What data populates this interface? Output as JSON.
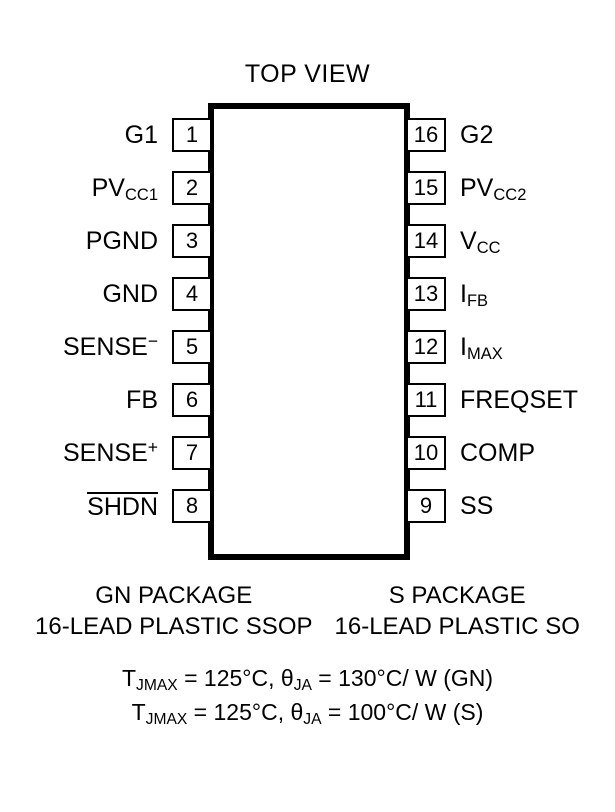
{
  "title": "TOP VIEW",
  "package": {
    "pin_count": 16,
    "left_pins": [
      {
        "number": "1",
        "label": "G1",
        "label_html": "G1"
      },
      {
        "number": "2",
        "label": "PVCC1",
        "label_html": "PV<sub>CC1</sub>"
      },
      {
        "number": "3",
        "label": "PGND",
        "label_html": "PGND"
      },
      {
        "number": "4",
        "label": "GND",
        "label_html": "GND"
      },
      {
        "number": "5",
        "label": "SENSE-",
        "label_html": "SENSE<sup>&#8722;</sup>"
      },
      {
        "number": "6",
        "label": "FB",
        "label_html": "FB"
      },
      {
        "number": "7",
        "label": "SENSE+",
        "label_html": "SENSE<sup>+</sup>"
      },
      {
        "number": "8",
        "label": "SHDN",
        "label_html": "<span class=\"overline\">SHDN</span>"
      }
    ],
    "right_pins": [
      {
        "number": "16",
        "label": "G2",
        "label_html": "G2"
      },
      {
        "number": "15",
        "label": "PVCC2",
        "label_html": "PV<sub>CC2</sub>"
      },
      {
        "number": "14",
        "label": "VCC",
        "label_html": "V<sub>CC</sub>"
      },
      {
        "number": "13",
        "label": "IFB",
        "label_html": "I<sub>FB</sub>"
      },
      {
        "number": "12",
        "label": "IMAX",
        "label_html": "I<sub>MAX</sub>"
      },
      {
        "number": "11",
        "label": "FREQSET",
        "label_html": "FREQSET"
      },
      {
        "number": "10",
        "label": "COMP",
        "label_html": "COMP"
      },
      {
        "number": "9",
        "label": "SS",
        "label_html": "SS"
      }
    ]
  },
  "captions": [
    {
      "name": "GN PACKAGE",
      "description": "16-LEAD PLASTIC SSOP"
    },
    {
      "name": "S PACKAGE",
      "description": "16-LEAD PLASTIC SO"
    }
  ],
  "thermal": [
    {
      "html": "T<sub>JMAX</sub> = 125&deg;C, &theta;<sub>JA</sub> = 130&deg;C/ W (GN)",
      "text": "TJMAX = 125°C, θJA = 130°C/ W (GN)"
    },
    {
      "html": "T<sub>JMAX</sub> = 125&deg;C, &theta;<sub>JA</sub> = 100&deg;C/ W (S)",
      "text": "TJMAX = 125°C, θJA = 100°C/ W (S)"
    }
  ],
  "colors": {
    "ink": "#000000",
    "background": "#ffffff"
  }
}
